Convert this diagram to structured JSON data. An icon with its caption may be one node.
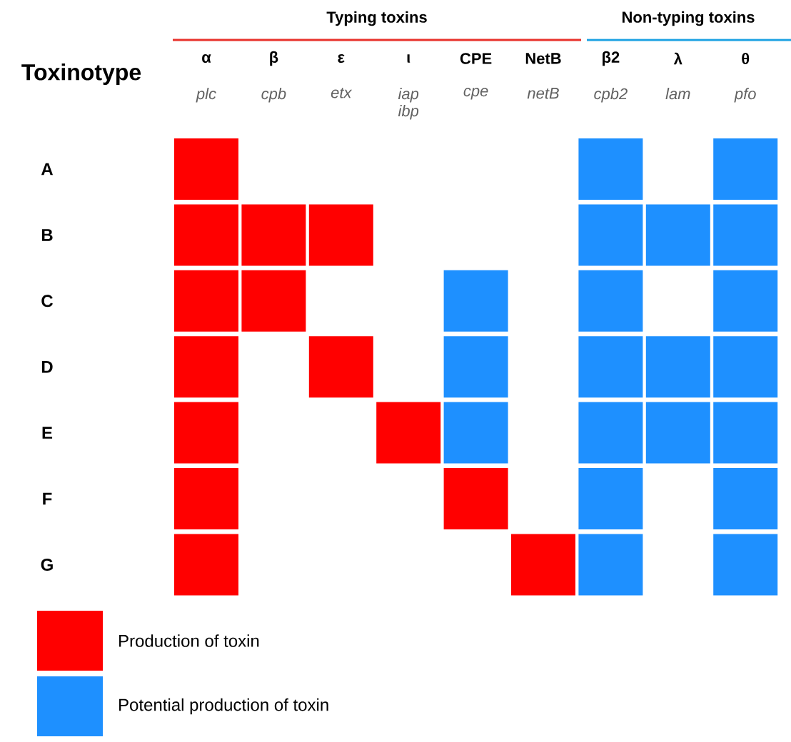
{
  "diagram": {
    "nodes": [
      {
        "text": [],
        "shape": "box"
      },
      {
        "text": [],
        "shape": "box"
      },
      {
        "text": [],
        "shape": "box"
      },
      {
        "text": [],
        "shape": "box"
      },
      {
        "text": [],
        "shape": "box"
      },
      {
        "text": [],
        "shape": "box"
      },
      {
        "text": [],
        "shape": "box"
      },
      {
        "text": [],
        "shape": "box"
      },
      {
        "text": [],
        "shape": "box"
      },
      {
        "text": [],
        "shape": "box"
      },
      {
        "text": [],
        "shape": "box"
      },
      {
        "text": [],
        "shape": "box"
      },
      {
        "text": [],
        "shape": "box"
      },
      {
        "text": [],
        "shape": "box"
      },
      {
        "text": [],
        "shape": "box"
      },
      {
        "text": [],
        "shape": "box"
      },
      {
        "text": [],
        "shape": "box"
      },
      {
        "text": [],
        "shape": "box"
      },
      {
        "text": [],
        "shape": "box"
      },
      {
        "text": [],
        "shape": "box"
      },
      {
        "text": [],
        "shape": "box"
      },
      {
        "text": [],
        "shape": "box"
      },
      {
        "text": [],
        "shape": "box"
      },
      {
        "text": [],
        "shape": "box"
      },
      {
        "text": [],
        "shape": "box"
      },
      {
        "text": [],
        "shape": "box"
      },
      {
        "text": [],
        "shape": "box"
      },
      {
        "text": [],
        "shape": "box"
      },
      {
        "text": [],
        "shape": "box"
      },
      {
        "text": [],
        "shape": "box"
      },
      {
        "text": [],
        "shape": "box"
      },
      {
        "text": [],
        "shape": "box"
      },
      {
        "text": [],
        "shape": "box"
      },
      {
        "text": [],
        "shape": "box"
      }
    ],
    "labels": [
      "Typing toxins",
      "Non-typing toxins",
      "Toxinotype",
      "α",
      "β",
      "ε",
      "ι",
      "CPE",
      "NetB",
      "β2",
      "λ",
      "θ",
      "plc",
      "cpb",
      "etx",
      "iap ibp",
      "cpe",
      "netB",
      "cpb2",
      "lam",
      "pfo",
      "A",
      "B",
      "C",
      "D",
      "E",
      "F",
      "G"
    ],
    "legend": [
      {
        "text": "Production of toxin",
        "color": "#ff0000"
      },
      {
        "text": "Potential production of toxin",
        "color": "#1e90ff"
      }
    ]
  }
}
